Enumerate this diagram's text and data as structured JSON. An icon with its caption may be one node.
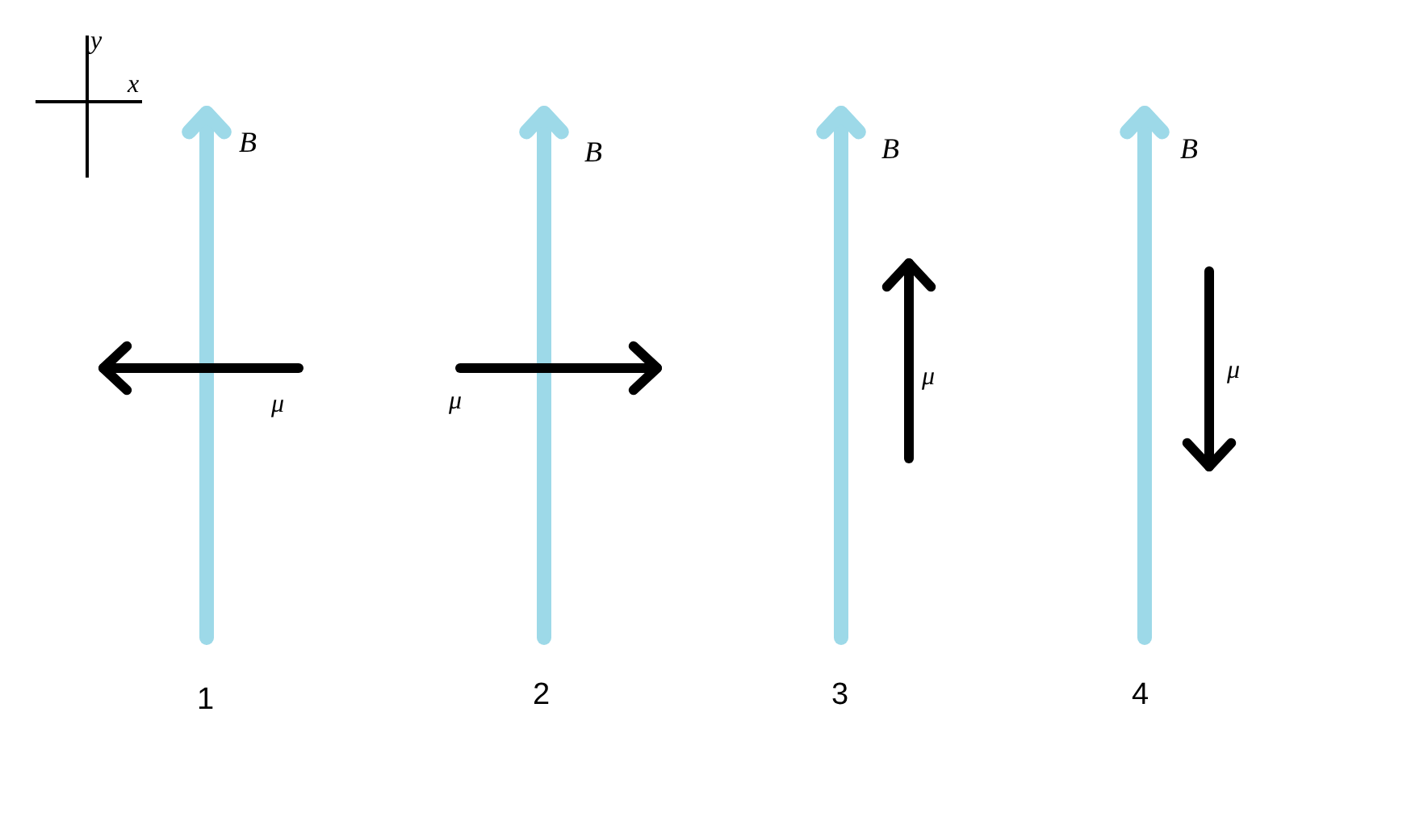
{
  "diagram": {
    "labels": [
      "y",
      "x",
      "B",
      "B",
      "B",
      "B",
      "μ",
      "μ",
      "μ",
      "μ",
      "1",
      "2",
      "3",
      "4"
    ]
  }
}
